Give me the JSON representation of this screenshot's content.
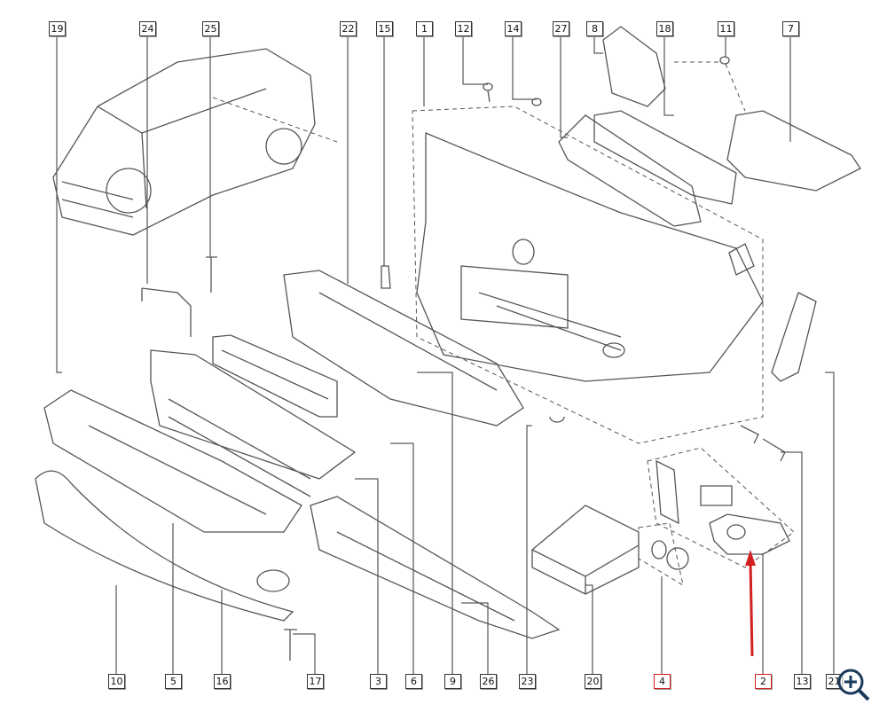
{
  "callouts_top": [
    "19",
    "24",
    "25",
    "22",
    "15",
    "1",
    "12",
    "14",
    "27",
    "8",
    "18",
    "11",
    "7"
  ],
  "callouts_bottom": [
    "10",
    "5",
    "16",
    "17",
    "3",
    "6",
    "9",
    "26",
    "23",
    "20",
    "4",
    "2",
    "13",
    "21"
  ],
  "highlighted": [
    "4",
    "2"
  ],
  "colors": {
    "line": "#333333",
    "part": "#555555",
    "highlight": "#d32020",
    "zoom": "#1b3a5c"
  },
  "zoom_icon": "zoom-in-icon"
}
